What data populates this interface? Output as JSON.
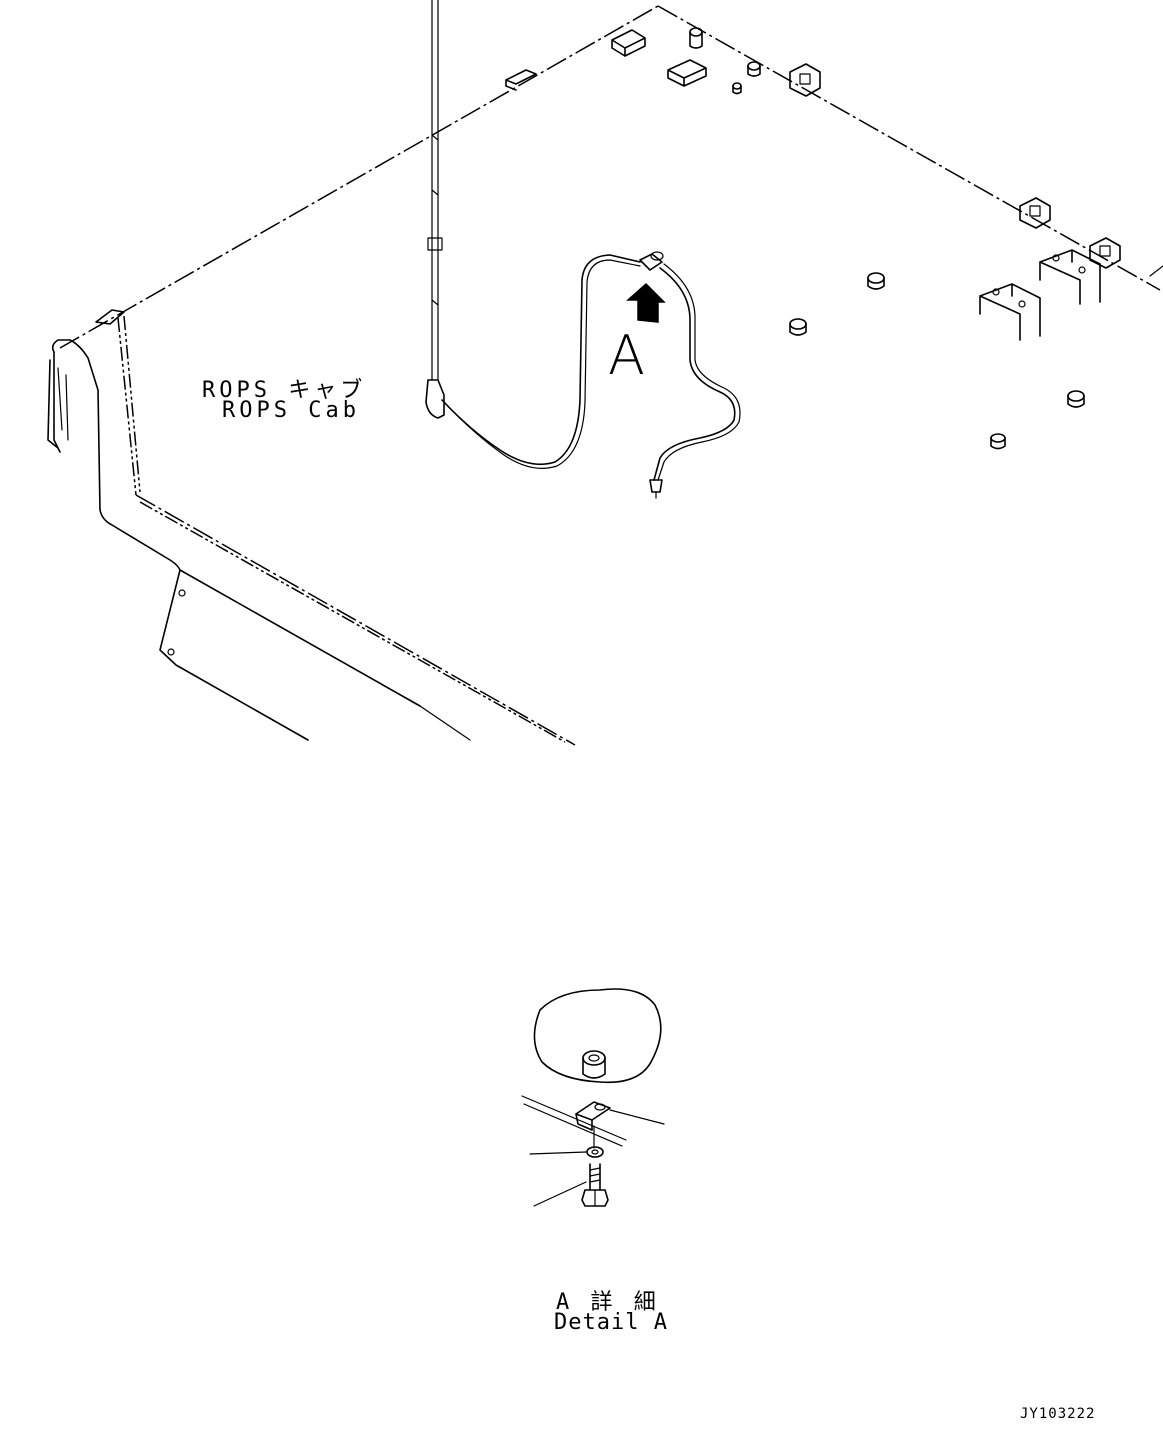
{
  "cab_label": {
    "line1": "ROPS キャブ",
    "line2": "ROPS Cab"
  },
  "view_marker": "A",
  "detail_label": {
    "line1": "A 詳 細",
    "line2": "Detail A"
  },
  "drawing_code": "JY103222",
  "icons": [
    "view-arrow-icon"
  ]
}
